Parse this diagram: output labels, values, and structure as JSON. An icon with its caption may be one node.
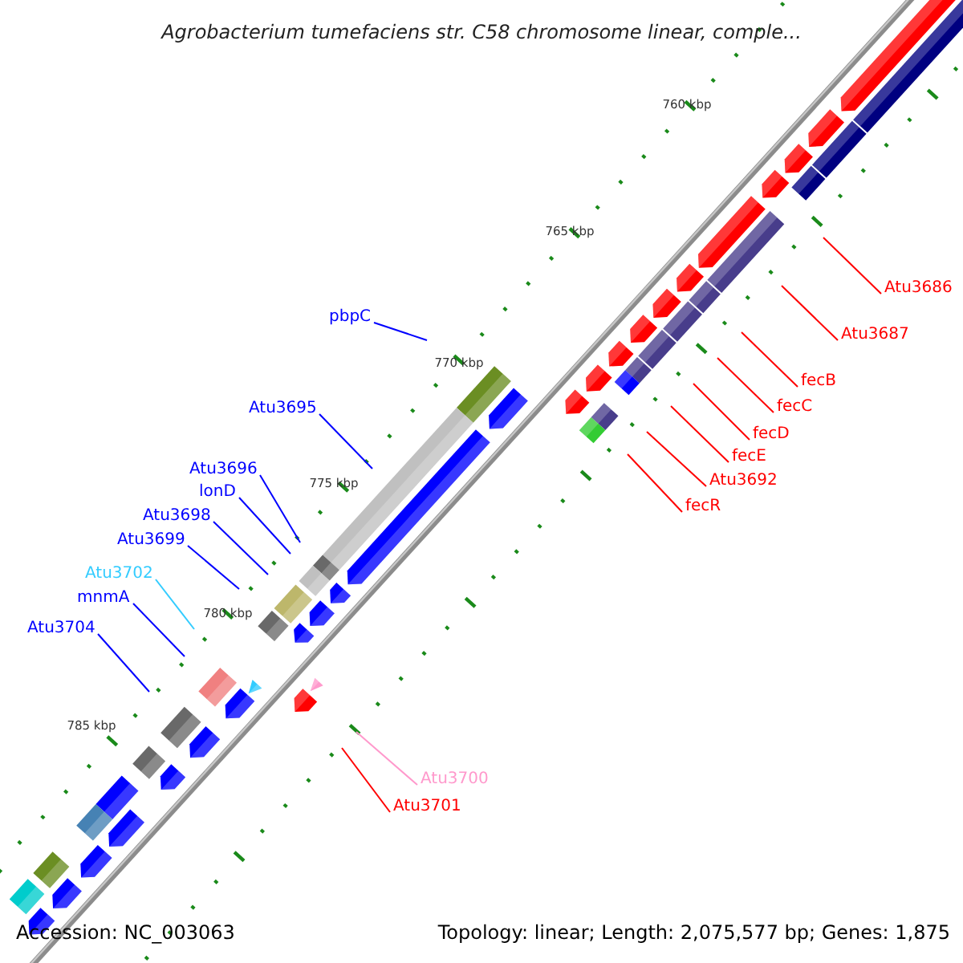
{
  "diagram": {
    "title": "Agrobacterium tumefaciens str. C58 chromosome linear, comple...",
    "nodes": [
      {
        "text": [
          "Atu3686"
        ]
      },
      {
        "text": [
          "pbpC"
        ]
      },
      {
        "text": [
          "Atu3687"
        ]
      },
      {
        "text": [
          "fecB"
        ]
      },
      {
        "text": [
          "Atu3695"
        ]
      },
      {
        "text": [
          "fecC"
        ]
      },
      {
        "text": [
          "fecD"
        ]
      },
      {
        "text": [
          "fecE"
        ]
      },
      {
        "text": [
          "Atu3696"
        ]
      },
      {
        "text": [
          "Atu3692"
        ]
      },
      {
        "text": [
          "lonD"
        ]
      },
      {
        "text": [
          "fecR"
        ]
      },
      {
        "text": [
          "Atu3698"
        ]
      },
      {
        "text": [
          "Atu3699"
        ]
      },
      {
        "text": [
          "Atu3702"
        ]
      },
      {
        "text": [
          "mnmA"
        ]
      },
      {
        "text": [
          "Atu3704"
        ]
      },
      {
        "text": [
          "Atu3700"
        ]
      },
      {
        "text": [
          "Atu3701"
        ]
      }
    ],
    "edges": [
      {
        "from": 0,
        "to": null,
        "arrow": "none"
      },
      {
        "from": 1,
        "to": null,
        "arrow": "none",
        "color": "#0000ff"
      },
      {
        "from": 2,
        "to": null,
        "arrow": "none"
      },
      {
        "from": 3,
        "to": null,
        "arrow": "none"
      },
      {
        "from": 4,
        "to": null,
        "arrow": "none",
        "color": "#0000ff"
      },
      {
        "from": 5,
        "to": null,
        "arrow": "none"
      },
      {
        "from": 6,
        "to": null,
        "arrow": "none"
      },
      {
        "from": 7,
        "to": null,
        "arrow": "none"
      },
      {
        "from": 8,
        "to": null,
        "arrow": "none",
        "color": "#0000ff"
      },
      {
        "from": 9,
        "to": null,
        "arrow": "none"
      },
      {
        "from": 10,
        "to": null,
        "arrow": "none",
        "color": "#0000ff"
      },
      {
        "from": 11,
        "to": null,
        "arrow": "none"
      },
      {
        "from": 12,
        "to": null,
        "arrow": "none",
        "color": "#0000ff"
      },
      {
        "from": 13,
        "to": null,
        "arrow": "none",
        "color": "#0000ff"
      },
      {
        "from": 14,
        "to": null,
        "arrow": "none",
        "color": "#33ccff"
      },
      {
        "from": 15,
        "to": null,
        "arrow": "none",
        "color": "#0000ff"
      },
      {
        "from": 16,
        "to": null,
        "arrow": "none",
        "color": "#0000ff"
      },
      {
        "from": 17,
        "to": null,
        "arrow": "none",
        "color": "#ff99cc"
      },
      {
        "from": 18,
        "to": null,
        "arrow": "none"
      }
    ],
    "labels": [
      "760 kbp",
      "765 kbp",
      "770 kbp",
      "775 kbp",
      "780 kbp",
      "785 kbp",
      "Accession: NC_003063",
      "Topology: linear; Length: 2,075,577 bp; Genes: 1,875"
    ]
  }
}
